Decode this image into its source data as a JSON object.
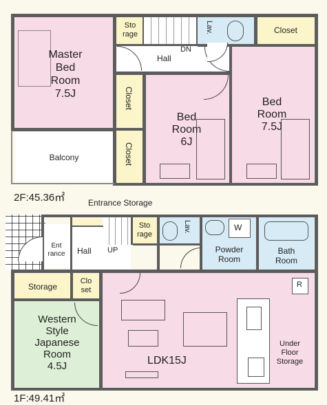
{
  "floor2": {
    "area": "2F:45.36㎡",
    "master_bed": "Master\nBed\nRoom\n7.5J",
    "storage": "Sto\nrage",
    "lav": "Lav.",
    "closet_top": "Closet",
    "hall": "Hall",
    "dn": "DN",
    "closet_a": "Closet",
    "closet_b": "Closet",
    "bed6": "Bed\nRoom\n6J",
    "bed75": "Bed\nRoom\n7.5J",
    "balcony": "Balcony"
  },
  "floor1": {
    "area": "1F:49.41㎡",
    "entrance_storage": "Entrance Storage",
    "entrance": "Ent\nrance",
    "hall": "Hall",
    "up": "UP",
    "storage_small": "Sto\nrage",
    "lav": "Lav.",
    "washer": "W",
    "powder": "Powder\nRoom",
    "bath": "Bath\nRoom",
    "storage": "Storage",
    "closet": "Clo\nset",
    "japanese": "Western\nStyle\nJapanese\nRoom\n4.5J",
    "ldk": "LDK15J",
    "r_mark": "R",
    "underfloor": "Under\nFloor\nStorage"
  },
  "colors": {
    "wall": "#5c5c5c",
    "bedroom": "#f7dbe6",
    "wet": "#d6ebf6",
    "storage": "#fbf5c9",
    "japanese": "#ddefd6"
  }
}
